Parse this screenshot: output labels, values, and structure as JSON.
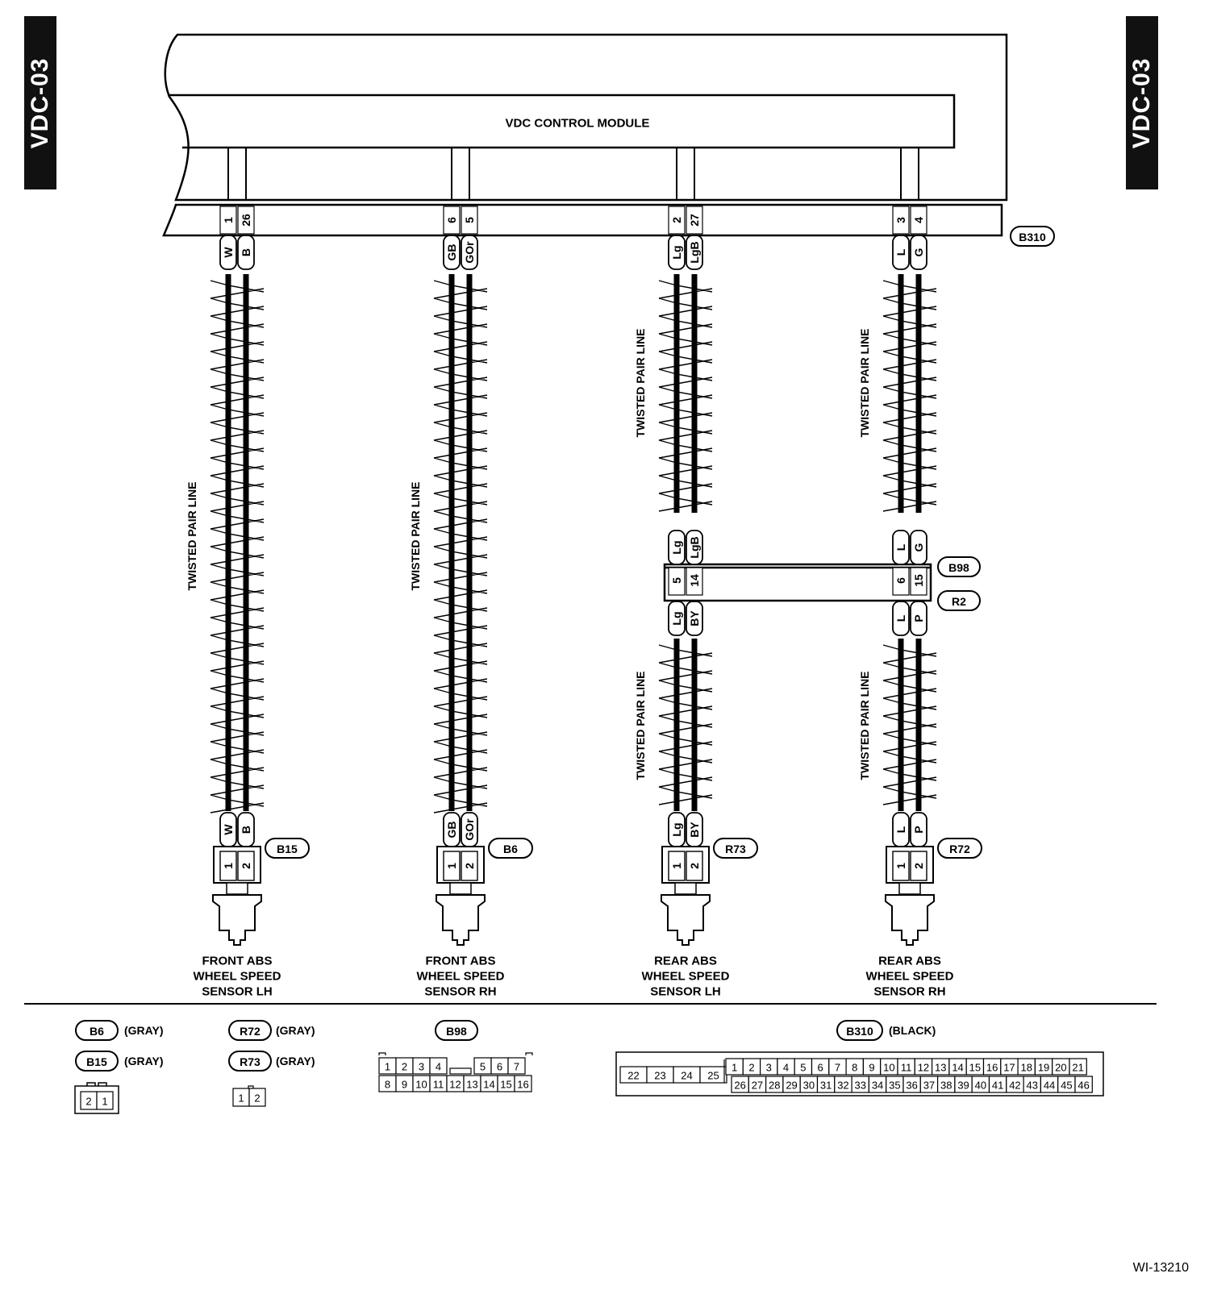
{
  "page_tag": "VDC-03",
  "module": {
    "title": "VDC CONTROL MODULE",
    "connector": "B310"
  },
  "twisted_label": "TWISTED PAIR LINE",
  "circuits": [
    {
      "id": "front-lh",
      "module_pins": [
        "1",
        "26"
      ],
      "wires": [
        "W",
        "B"
      ],
      "sensor_connector": "B15",
      "sensor_pins": [
        "1",
        "2"
      ],
      "sensor_name": [
        "FRONT ABS",
        "WHEEL SPEED",
        "SENSOR LH"
      ]
    },
    {
      "id": "front-rh",
      "module_pins": [
        "6",
        "5"
      ],
      "wires": [
        "GB",
        "GOr"
      ],
      "sensor_connector": "B6",
      "sensor_pins": [
        "1",
        "2"
      ],
      "sensor_name": [
        "FRONT ABS",
        "WHEEL SPEED",
        "SENSOR RH"
      ]
    },
    {
      "id": "rear-lh",
      "module_pins": [
        "2",
        "27"
      ],
      "wires_upper": [
        "Lg",
        "LgB"
      ],
      "joint_pins": [
        "5",
        "14"
      ],
      "wires_lower": [
        "Lg",
        "BY"
      ],
      "sensor_connector": "R73",
      "sensor_pins": [
        "1",
        "2"
      ],
      "sensor_name": [
        "REAR ABS",
        "WHEEL SPEED",
        "SENSOR LH"
      ]
    },
    {
      "id": "rear-rh",
      "module_pins": [
        "3",
        "4"
      ],
      "wires_upper": [
        "L",
        "G"
      ],
      "joint_pins": [
        "6",
        "15"
      ],
      "wires_lower": [
        "L",
        "P"
      ],
      "sensor_connector": "R72",
      "sensor_pins": [
        "1",
        "2"
      ],
      "sensor_name": [
        "REAR ABS",
        "WHEEL SPEED",
        "SENSOR RH"
      ]
    }
  ],
  "joint_connectors": [
    "B98",
    "R2"
  ],
  "legend": {
    "gray_left": [
      {
        "id": "B6",
        "color": "(GRAY)"
      },
      {
        "id": "B15",
        "color": "(GRAY)"
      }
    ],
    "gray_left_face": [
      "2",
      "1"
    ],
    "gray_right": [
      {
        "id": "R72",
        "color": "(GRAY)"
      },
      {
        "id": "R73",
        "color": "(GRAY)"
      }
    ],
    "gray_right_face": [
      "1",
      "2"
    ],
    "b98": {
      "id": "B98",
      "top": [
        "1",
        "2",
        "3",
        "4",
        "",
        "5",
        "6",
        "7"
      ],
      "bottom": [
        "8",
        "9",
        "10",
        "11",
        "12",
        "13",
        "14",
        "15",
        "16"
      ]
    },
    "b310": {
      "id": "B310",
      "color": "(BLACK)",
      "left": [
        "22",
        "23",
        "24",
        "25"
      ],
      "top": [
        "1",
        "2",
        "3",
        "4",
        "5",
        "6",
        "7",
        "8",
        "9",
        "10",
        "11",
        "12",
        "13",
        "14",
        "15",
        "16",
        "17",
        "18",
        "19",
        "20",
        "21"
      ],
      "bottom": [
        "26",
        "27",
        "28",
        "29",
        "30",
        "31",
        "32",
        "33",
        "34",
        "35",
        "36",
        "37",
        "38",
        "39",
        "40",
        "41",
        "42",
        "43",
        "44",
        "45",
        "46"
      ]
    }
  },
  "figure_id": "WI-13210"
}
